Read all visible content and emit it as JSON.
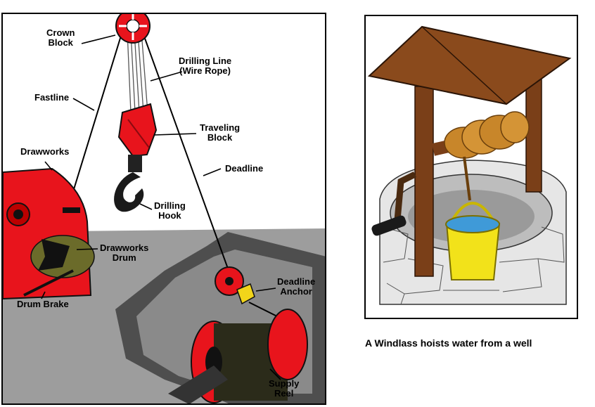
{
  "left_diagram": {
    "labels": {
      "crown_block": [
        "Crown",
        "Block"
      ],
      "drilling_line": [
        "Drilling Line",
        "(Wire Rope)"
      ],
      "fastline": [
        "Fastline"
      ],
      "traveling_block": [
        "Traveling",
        "Block"
      ],
      "drawworks": [
        "Drawworks"
      ],
      "deadline": [
        "Deadline"
      ],
      "drilling_hook": [
        "Drilling",
        "Hook"
      ],
      "drawworks_drum": [
        "Drawworks",
        "Drum"
      ],
      "deadline_anchor": [
        "Deadline",
        "Anchor"
      ],
      "drum_brake": [
        "Drum Brake"
      ],
      "supply_reel": [
        "Supply",
        "Reel"
      ]
    },
    "colors": {
      "equipment": "#e8141c",
      "floor": "#9a9a9a",
      "pit": "#5a5a5a",
      "line": "#000000"
    }
  },
  "right_diagram": {
    "caption": "A Windlass hoists water from a well",
    "colors": {
      "roof": "#8a4a1c",
      "post": "#7a3f18",
      "rope": "#c8862a",
      "bucket": "#f2e21a",
      "water": "#3f9ad8",
      "stone": "#d8d8d8"
    }
  }
}
